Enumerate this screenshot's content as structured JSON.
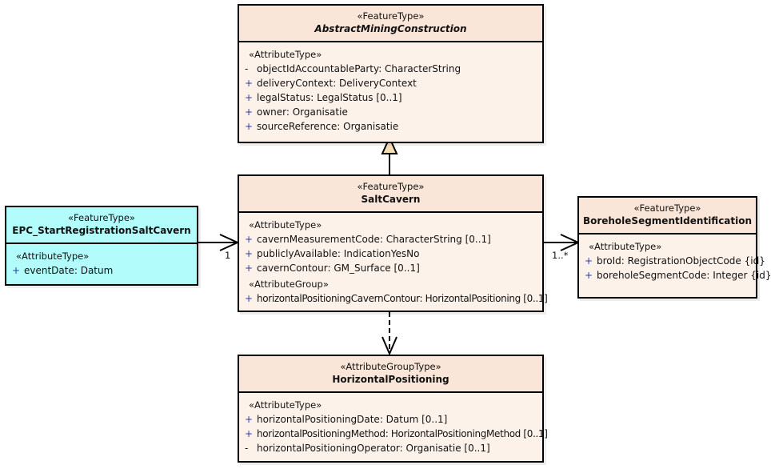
{
  "diagram": {
    "type": "uml-class-diagram",
    "background": "#ffffff",
    "featuretype_fill": "#fdf2ea",
    "featuretype_header_fill": "#fae6d8",
    "event_fill": "#b2fcfc",
    "border_color": "#000000",
    "generalization_arrow_fill": "#f5ddb3"
  },
  "classes": {
    "abstract_mining_construction": {
      "stereotype": "«FeatureType»",
      "name": "AbstractMiningConstruction",
      "groups": [
        {
          "label": "«AttributeType»",
          "attributes": [
            {
              "visibility": "-",
              "text": "objectIdAccountableParty: CharacterString"
            },
            {
              "visibility": "+",
              "text": "deliveryContext: DeliveryContext"
            },
            {
              "visibility": "+",
              "text": "legalStatus: LegalStatus [0..1]"
            },
            {
              "visibility": "+",
              "text": "owner: Organisatie"
            },
            {
              "visibility": "+",
              "text": "sourceReference: Organisatie"
            }
          ]
        }
      ]
    },
    "salt_cavern": {
      "stereotype": "«FeatureType»",
      "name": "SaltCavern",
      "groups": [
        {
          "label": "«AttributeType»",
          "attributes": [
            {
              "visibility": "+",
              "text": "cavernMeasurementCode: CharacterString [0..1]"
            },
            {
              "visibility": "+",
              "text": "publiclyAvailable: IndicationYesNo"
            },
            {
              "visibility": "+",
              "text": "cavernContour: GM_Surface [0..1]"
            }
          ]
        },
        {
          "label": "«AttributeGroup»",
          "attributes": [
            {
              "visibility": "+",
              "text": "horizontalPositioningCavernContour: HorizontalPositioning [0..1]"
            }
          ]
        }
      ]
    },
    "epc_start_registration_salt_cavern": {
      "stereotype": "«FeatureType»",
      "name": "EPC_StartRegistrationSaltCavern",
      "groups": [
        {
          "label": "«AttributeType»",
          "attributes": [
            {
              "visibility": "+",
              "text": "eventDate: Datum"
            }
          ]
        }
      ]
    },
    "borehole_segment_identification": {
      "stereotype": "«FeatureType»",
      "name": "BoreholeSegmentIdentification",
      "groups": [
        {
          "label": "«AttributeType»",
          "attributes": [
            {
              "visibility": "+",
              "text": "broId: RegistrationObjectCode {id}"
            },
            {
              "visibility": "+",
              "text": "boreholeSegmentCode: Integer {id}"
            }
          ]
        }
      ]
    },
    "horizontal_positioning": {
      "stereotype": "«AttributeGroupType»",
      "name": "HorizontalPositioning",
      "groups": [
        {
          "label": "«AttributeType»",
          "attributes": [
            {
              "visibility": "+",
              "text": "horizontalPositioningDate: Datum [0..1]"
            },
            {
              "visibility": "+",
              "text": "horizontalPositioningMethod: HorizontalPositioningMethod [0..1]"
            },
            {
              "visibility": "-",
              "text": "horizontalPositioningOperator: Organisatie [0..1]"
            }
          ]
        }
      ]
    }
  },
  "relationships": {
    "generalization": {
      "kind": "generalization",
      "from": "SaltCavern",
      "to": "AbstractMiningConstruction"
    },
    "event_association": {
      "kind": "association",
      "from": "EPC_StartRegistrationSaltCavern",
      "to": "SaltCavern",
      "target_multiplicity": "1"
    },
    "borehole_association": {
      "kind": "association",
      "from": "SaltCavern",
      "to": "BoreholeSegmentIdentification",
      "source_multiplicity": "1..*"
    },
    "dependency": {
      "kind": "dependency",
      "from": "SaltCavern",
      "to": "HorizontalPositioning"
    }
  }
}
